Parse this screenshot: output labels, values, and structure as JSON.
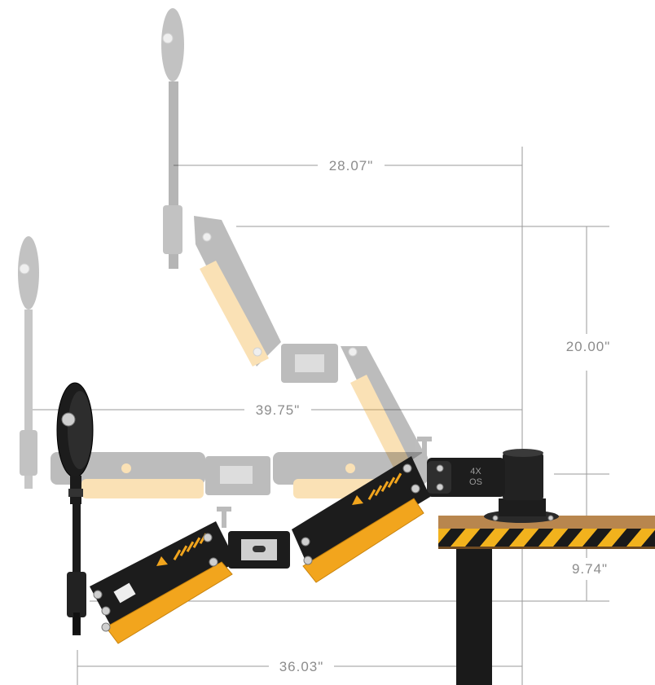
{
  "dimensions": {
    "upper_reach": "28.07\"",
    "vertical_range": "20.00\"",
    "max_reach": "39.75\"",
    "desk_height_offset": "9.74\"",
    "min_reach": "36.03\""
  },
  "brand_mark": "4X\nOS",
  "colors": {
    "accent": "#f2a51d",
    "arm": "#1c1c1c",
    "desk_wood": "#b8864e",
    "hazard_stripe": "#f2b21d",
    "dimension_line": "#9a9a9a"
  }
}
